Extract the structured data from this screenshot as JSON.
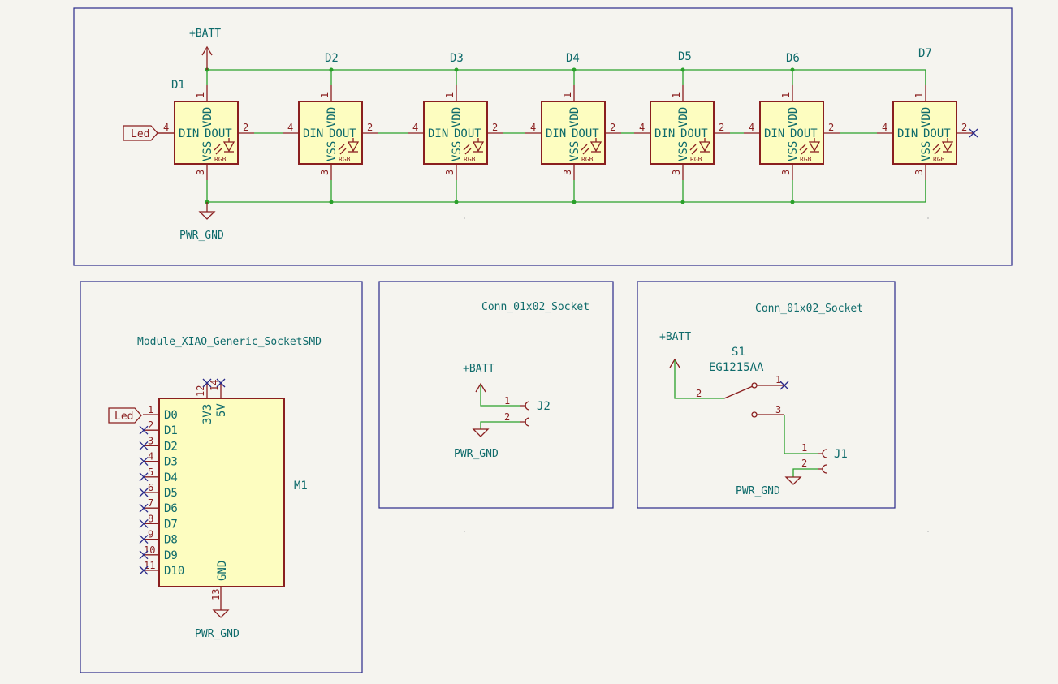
{
  "power": {
    "batt": "+BATT",
    "gnd": "PWR_GND"
  },
  "global_label": "Led",
  "leds": [
    {
      "ref": "D1"
    },
    {
      "ref": "D2"
    },
    {
      "ref": "D3"
    },
    {
      "ref": "D4"
    },
    {
      "ref": "D5"
    },
    {
      "ref": "D6"
    },
    {
      "ref": "D7"
    }
  ],
  "led_symbol": {
    "vdd": "VDD",
    "din": "DIN",
    "dout": "DOUT",
    "vss": "VSS",
    "rgb": "RGB",
    "pin_vdd": "1",
    "pin_din": "4",
    "pin_dout": "2",
    "pin_vss": "3"
  },
  "module": {
    "value": "Module_XIAO_Generic_SocketSMD",
    "ref": "M1",
    "left_pins": [
      {
        "num": "1",
        "name": "D0"
      },
      {
        "num": "2",
        "name": "D1"
      },
      {
        "num": "3",
        "name": "D2"
      },
      {
        "num": "4",
        "name": "D3"
      },
      {
        "num": "5",
        "name": "D4"
      },
      {
        "num": "6",
        "name": "D5"
      },
      {
        "num": "7",
        "name": "D6"
      },
      {
        "num": "8",
        "name": "D7"
      },
      {
        "num": "9",
        "name": "D8"
      },
      {
        "num": "10",
        "name": "D9"
      },
      {
        "num": "11",
        "name": "D10"
      }
    ],
    "top_pins": [
      {
        "num": "12",
        "name": "3V3"
      },
      {
        "num": "14",
        "name": "5V"
      }
    ],
    "bottom_pin": {
      "num": "13",
      "name": "GND"
    }
  },
  "conn_j2": {
    "value": "Conn_01x02_Socket",
    "ref": "J2",
    "pin1": "1",
    "pin2": "2"
  },
  "conn_j1": {
    "value": "Conn_01x02_Socket",
    "ref": "J1",
    "pin1": "1",
    "pin2": "2"
  },
  "switch": {
    "ref": "S1",
    "value": "EG1215AA",
    "pin1": "1",
    "pin2": "2",
    "pin3": "3"
  }
}
